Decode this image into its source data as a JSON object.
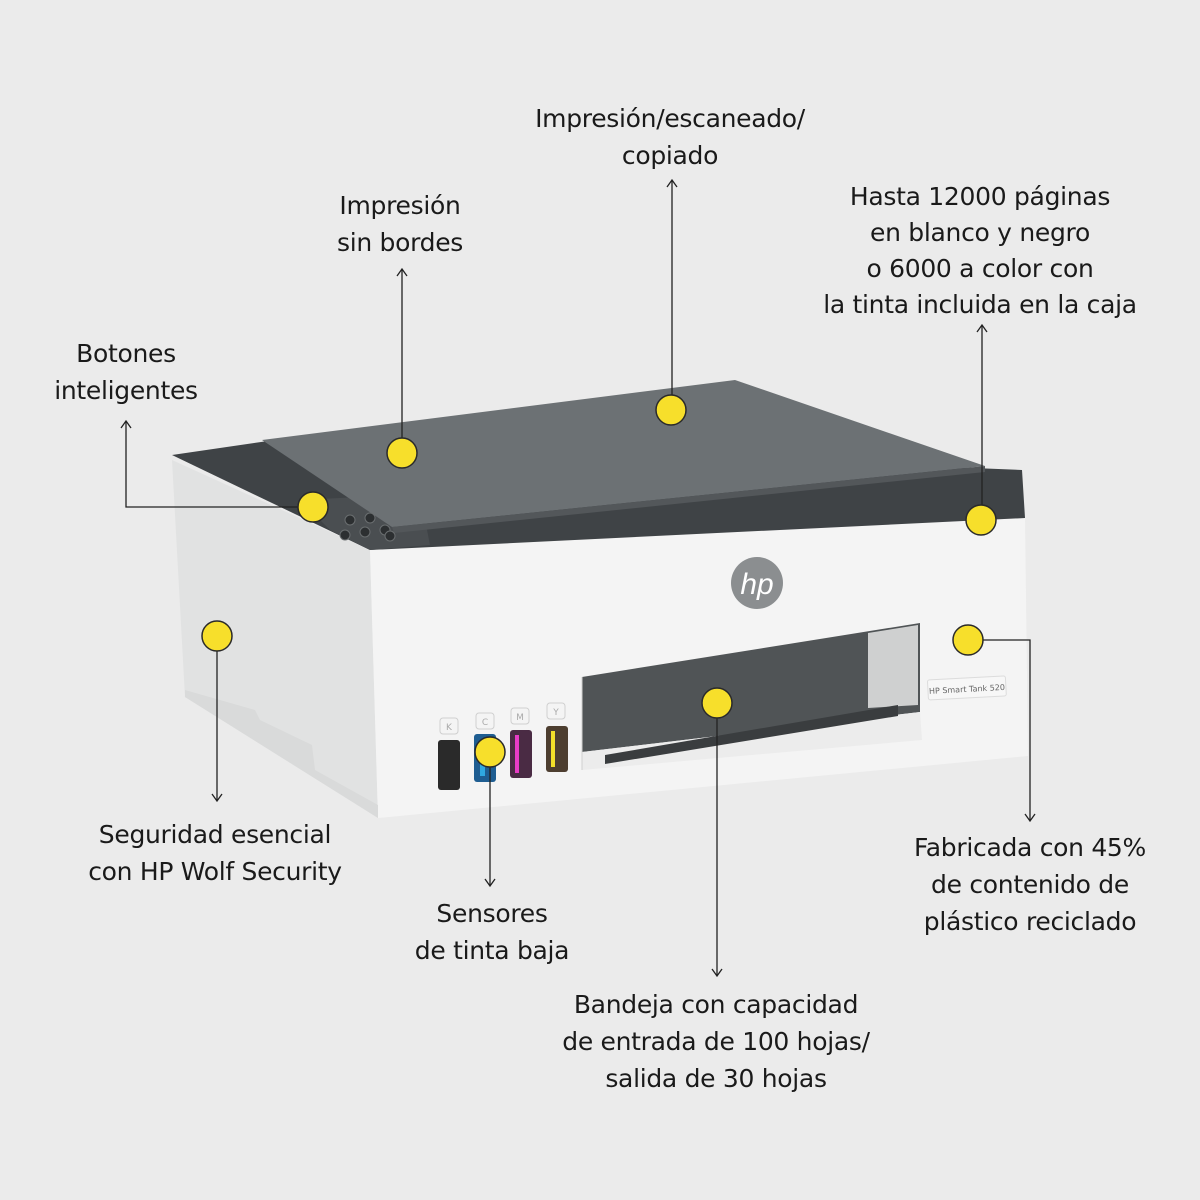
{
  "colors": {
    "background": "#ebebeb",
    "marker": "#f7df2b",
    "line": "#222222",
    "lid": "#6b7073",
    "body": "#f3f3f3"
  },
  "product": {
    "logo": "hp",
    "model_label": "HP Smart Tank 520",
    "ink_labels": [
      "K",
      "C",
      "M",
      "Y"
    ]
  },
  "callouts": {
    "smart_buttons": {
      "lines": [
        "Botones",
        "inteligentes"
      ]
    },
    "borderless": {
      "lines": [
        "Impresión",
        "sin bordes"
      ]
    },
    "print_scan_copy": {
      "lines": [
        "Impresión/escaneado/",
        "copiado"
      ]
    },
    "page_yield": {
      "lines": [
        "Hasta 12000 páginas",
        "en blanco y negro",
        "o 6000 a color con",
        "la tinta incluida en la caja"
      ]
    },
    "security": {
      "lines": [
        "Seguridad esencial",
        "con HP Wolf Security"
      ]
    },
    "ink_sensors": {
      "lines": [
        "Sensores",
        "de tinta baja"
      ]
    },
    "tray": {
      "lines": [
        "Bandeja con capacidad",
        "de entrada de 100 hojas/",
        "salida de 30 hojas"
      ]
    },
    "recycled": {
      "lines": [
        "Fabricada con 45%",
        "de contenido de",
        "plástico reciclado"
      ]
    }
  }
}
